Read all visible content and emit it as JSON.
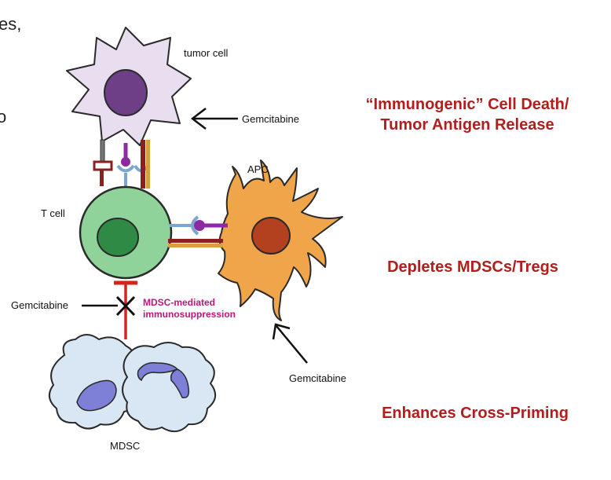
{
  "edge_text": {
    "top_left": "es,",
    "mid_left": "o"
  },
  "labels": {
    "tumor_cell": "tumor cell",
    "apc": "APC",
    "t_cell": "T cell",
    "mdsc": "MDSC",
    "gemcitabine_tumor": "Gemcitabine",
    "gemcitabine_block": "Gemcitabine",
    "gemcitabine_apc": "Gemcitabine",
    "mdsc_mediated_line1": "MDSC-mediated",
    "mdsc_mediated_line2": "immunosuppression"
  },
  "effects": {
    "icd_line1": "“Immunogenic” Cell Death/",
    "icd_line2": "Tumor Antigen Release",
    "depletes": "Depletes MDSCs/Tregs",
    "cross_priming": "Enhances Cross-Priming"
  },
  "colors": {
    "tumor_fill": "#e9def0",
    "tumor_nucleus": "#6e3f86",
    "tcell_fill": "#8fd39a",
    "tcell_nucleus": "#2f8a45",
    "apc_fill": "#f0a54a",
    "apc_nucleus": "#b3401f",
    "mdsc_fill": "#d9e6f3",
    "mdsc_nucleus": "#7e7fd6",
    "inhibit_red": "#d2231f",
    "accent_red": "#b21e1e",
    "magenta": "#c0167a"
  }
}
